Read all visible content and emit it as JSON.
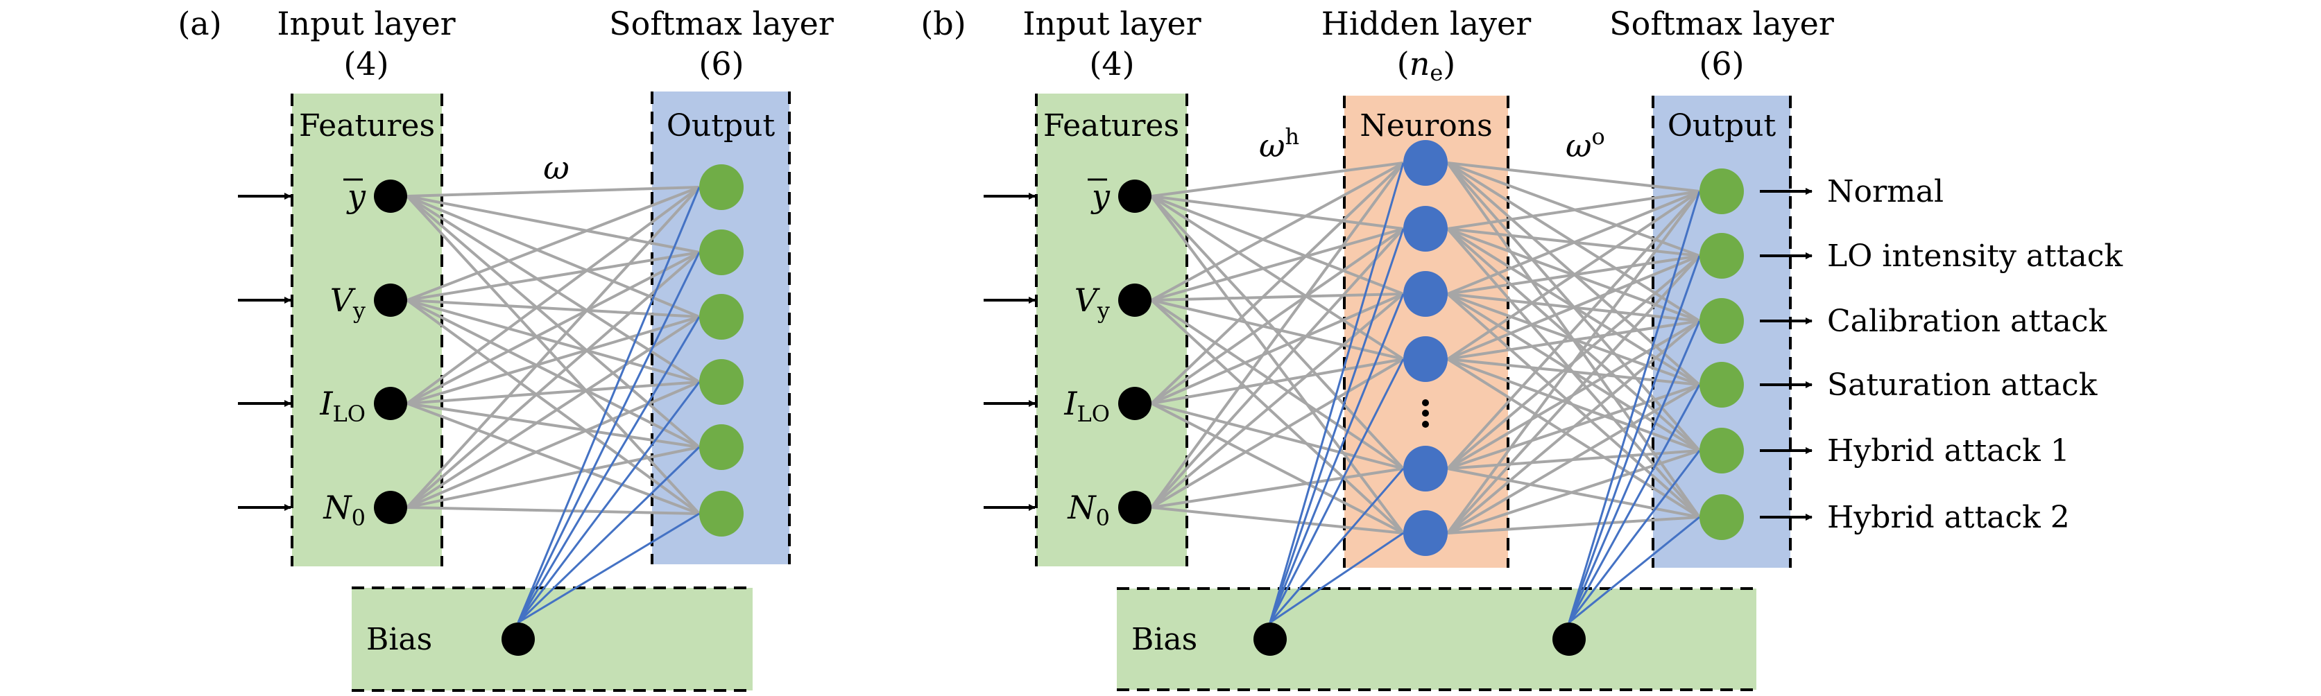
{
  "colors": {
    "features_fill": "#c5e0b4",
    "output_fill": "#b4c7e7",
    "hidden_fill": "#f8cbad",
    "bias_fill": "#c5e0b4",
    "input_node": "#000000",
    "output_node": "#70ad47",
    "hidden_node": "#4472c4",
    "weight_edge": "#a6a6a6",
    "bias_edge": "#4472c4"
  },
  "panel_a": {
    "tag": "(a)",
    "input_layer": {
      "title": "Input layer",
      "count": "(4)",
      "box_label": "Features"
    },
    "softmax_layer": {
      "title": "Softmax layer",
      "count": "(6)",
      "box_label": "Output"
    },
    "weight_label": "ω",
    "bias_label": "Bias",
    "inputs": [
      {
        "symbol": "y",
        "overline": true,
        "sub": ""
      },
      {
        "symbol": "V",
        "overline": false,
        "sub": "y",
        "sub_italic": true
      },
      {
        "symbol": "I",
        "overline": false,
        "sub": "LO",
        "sub_italic": false
      },
      {
        "symbol": "N",
        "overline": false,
        "sub": "0",
        "sub_italic": false
      }
    ],
    "output_count": 6
  },
  "panel_b": {
    "tag": "(b)",
    "input_layer": {
      "title": "Input layer",
      "count": "(4)",
      "box_label": "Features"
    },
    "hidden_layer": {
      "title": "Hidden layer",
      "count_symbol": "n",
      "count_sub": "e",
      "box_label": "Neurons",
      "ellipsis": "⋮"
    },
    "softmax_layer": {
      "title": "Softmax layer",
      "count": "(6)",
      "box_label": "Output"
    },
    "weight_hidden_label": {
      "symbol": "ω",
      "sup": "h"
    },
    "weight_output_label": {
      "symbol": "ω",
      "sup": "o"
    },
    "bias_label": "Bias",
    "inputs": [
      {
        "symbol": "y",
        "overline": true,
        "sub": ""
      },
      {
        "symbol": "V",
        "overline": false,
        "sub": "y",
        "sub_italic": true
      },
      {
        "symbol": "I",
        "overline": false,
        "sub": "LO",
        "sub_italic": false
      },
      {
        "symbol": "N",
        "overline": false,
        "sub": "0",
        "sub_italic": false
      }
    ],
    "hidden_visible_count": 6,
    "outputs": [
      "Normal",
      "LO intensity attack",
      "Calibration attack",
      "Saturation attack",
      "Hybrid attack 1",
      "Hybrid attack 2"
    ]
  }
}
